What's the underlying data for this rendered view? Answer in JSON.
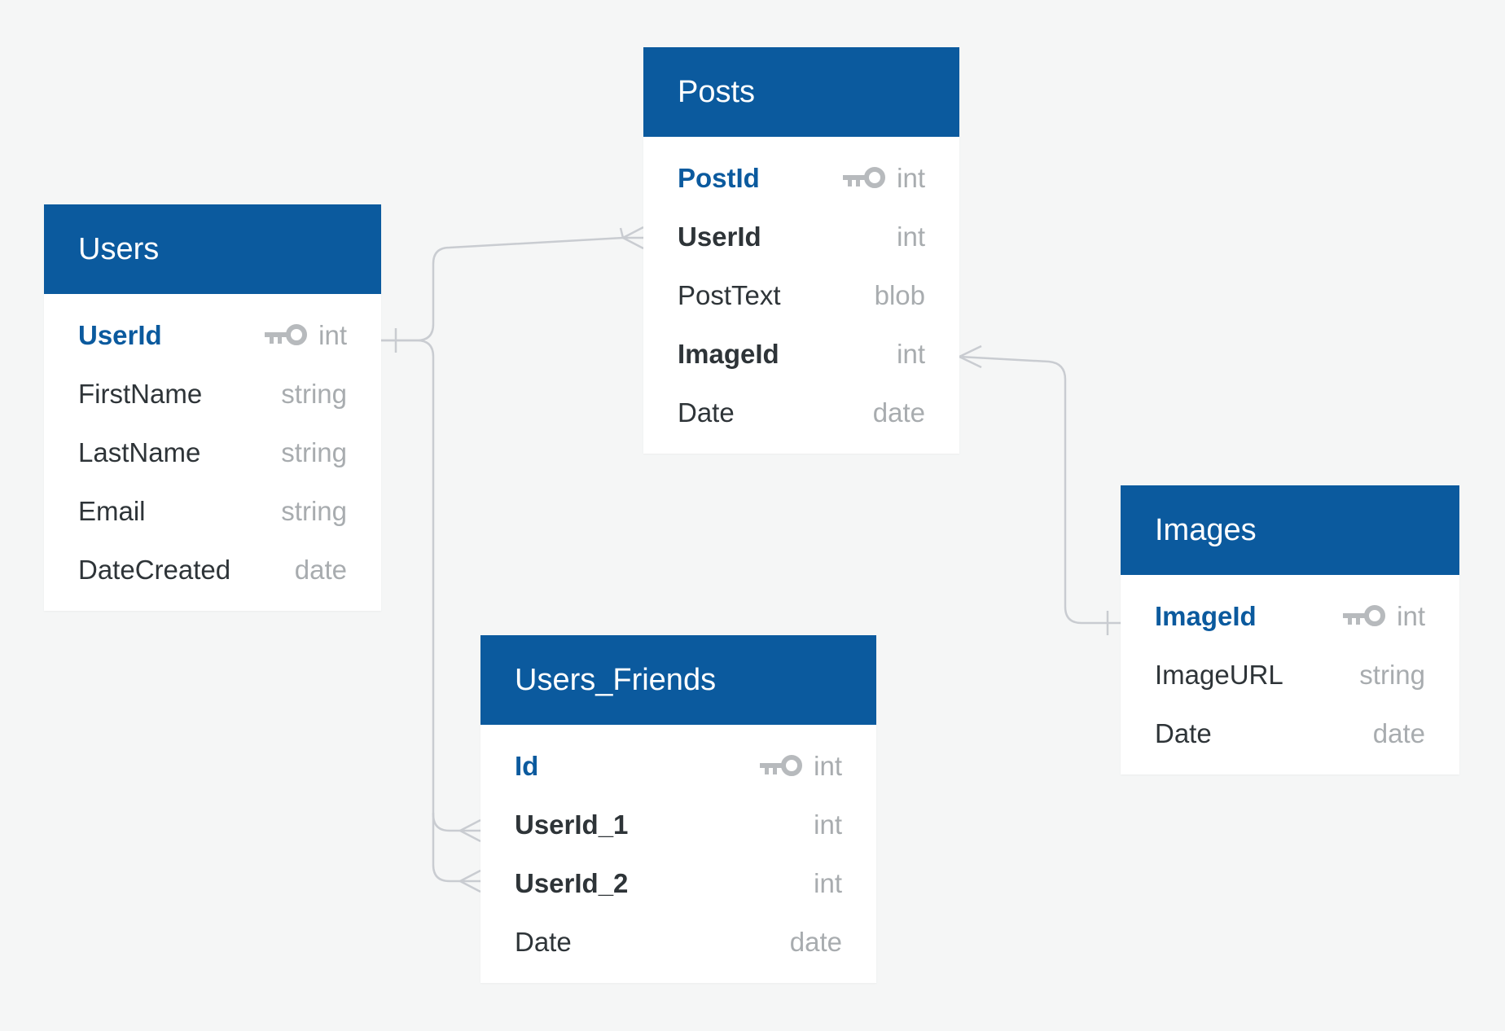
{
  "diagram": {
    "tables": {
      "posts": {
        "title": "Posts",
        "fields": [
          {
            "name": "PostId",
            "type": "int",
            "kind": "pk"
          },
          {
            "name": "UserId",
            "type": "int",
            "kind": "fk"
          },
          {
            "name": "PostText",
            "type": "blob",
            "kind": "normal"
          },
          {
            "name": "ImageId",
            "type": "int",
            "kind": "fk"
          },
          {
            "name": "Date",
            "type": "date",
            "kind": "normal"
          }
        ]
      },
      "users": {
        "title": "Users",
        "fields": [
          {
            "name": "UserId",
            "type": "int",
            "kind": "pk"
          },
          {
            "name": "FirstName",
            "type": "string",
            "kind": "normal"
          },
          {
            "name": "LastName",
            "type": "string",
            "kind": "normal"
          },
          {
            "name": "Email",
            "type": "string",
            "kind": "normal"
          },
          {
            "name": "DateCreated",
            "type": "date",
            "kind": "normal"
          }
        ]
      },
      "images": {
        "title": "Images",
        "fields": [
          {
            "name": "ImageId",
            "type": "int",
            "kind": "pk"
          },
          {
            "name": "ImageURL",
            "type": "string",
            "kind": "normal"
          },
          {
            "name": "Date",
            "type": "date",
            "kind": "normal"
          }
        ]
      },
      "users_friends": {
        "title": "Users_Friends",
        "fields": [
          {
            "name": "Id",
            "type": "int",
            "kind": "pk"
          },
          {
            "name": "UserId_1",
            "type": "int",
            "kind": "fk"
          },
          {
            "name": "UserId_2",
            "type": "int",
            "kind": "fk"
          },
          {
            "name": "Date",
            "type": "date",
            "kind": "normal"
          }
        ]
      }
    },
    "relationships": [
      {
        "from": "Users.UserId",
        "to": "Posts.UserId",
        "cardinality": "one-to-many"
      },
      {
        "from": "Users.UserId",
        "to": "Users_Friends.UserId_1",
        "cardinality": "one-to-many"
      },
      {
        "from": "Users.UserId",
        "to": "Users_Friends.UserId_2",
        "cardinality": "one-to-many"
      },
      {
        "from": "Images.ImageId",
        "to": "Posts.ImageId",
        "cardinality": "one-to-many"
      }
    ],
    "icons": {
      "primary_key": "key-icon"
    },
    "colors": {
      "header": "#0b5a9e",
      "primary_key_text": "#0b5a9e",
      "field_text": "#2e3438",
      "type_text": "#a8acaf",
      "connector": "#c9ccd1",
      "background": "#f5f6f6"
    }
  }
}
